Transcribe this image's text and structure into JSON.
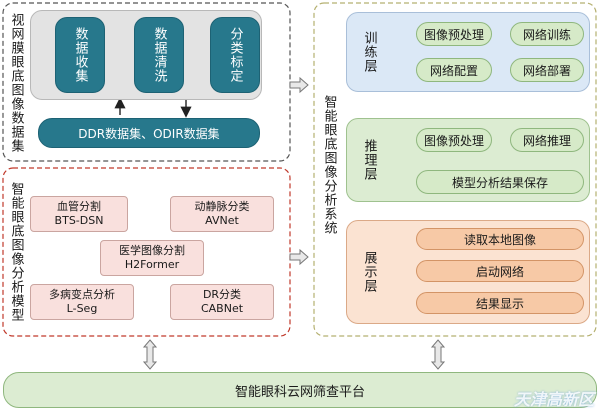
{
  "data_module": {
    "title": "视网膜眼底图像数据集",
    "steps": [
      "数据收集",
      "数据清洗",
      "分类标定"
    ],
    "dataset_bar": "DDR数据集、ODIR数据集"
  },
  "models": {
    "title": "智能眼底图像分析模型",
    "items": [
      {
        "line1": "血管分割",
        "line2": "BTS-DSN"
      },
      {
        "line1": "动静脉分类",
        "line2": "AVNet"
      },
      {
        "line1": "医学图像分割",
        "line2": "H2Former"
      },
      {
        "line1": "多病变点分析",
        "line2": "L-Seg"
      },
      {
        "line1": "DR分类",
        "line2": "CABNet"
      }
    ]
  },
  "system": {
    "title": "智能眼底图像分析系统",
    "training_layer": {
      "label": "训练层",
      "items": [
        "图像预处理",
        "网络训练",
        "网络配置",
        "网络部署"
      ]
    },
    "inference_layer": {
      "label": "推理层",
      "items": [
        "图像预处理",
        "网络推理",
        "模型分析结果保存"
      ]
    },
    "display_layer": {
      "label": "展示层",
      "items": [
        "读取本地图像",
        "启动网络",
        "结果显示"
      ]
    }
  },
  "platform": "智能眼科云网筛查平台",
  "watermark": "天津高新区",
  "colors": {
    "teal": "#27788c",
    "green": "#d6eac8",
    "orange": "#f7c9a6",
    "pink": "#f9e0dd",
    "system_border": "#b5b070",
    "model_border": "#c0392b"
  }
}
